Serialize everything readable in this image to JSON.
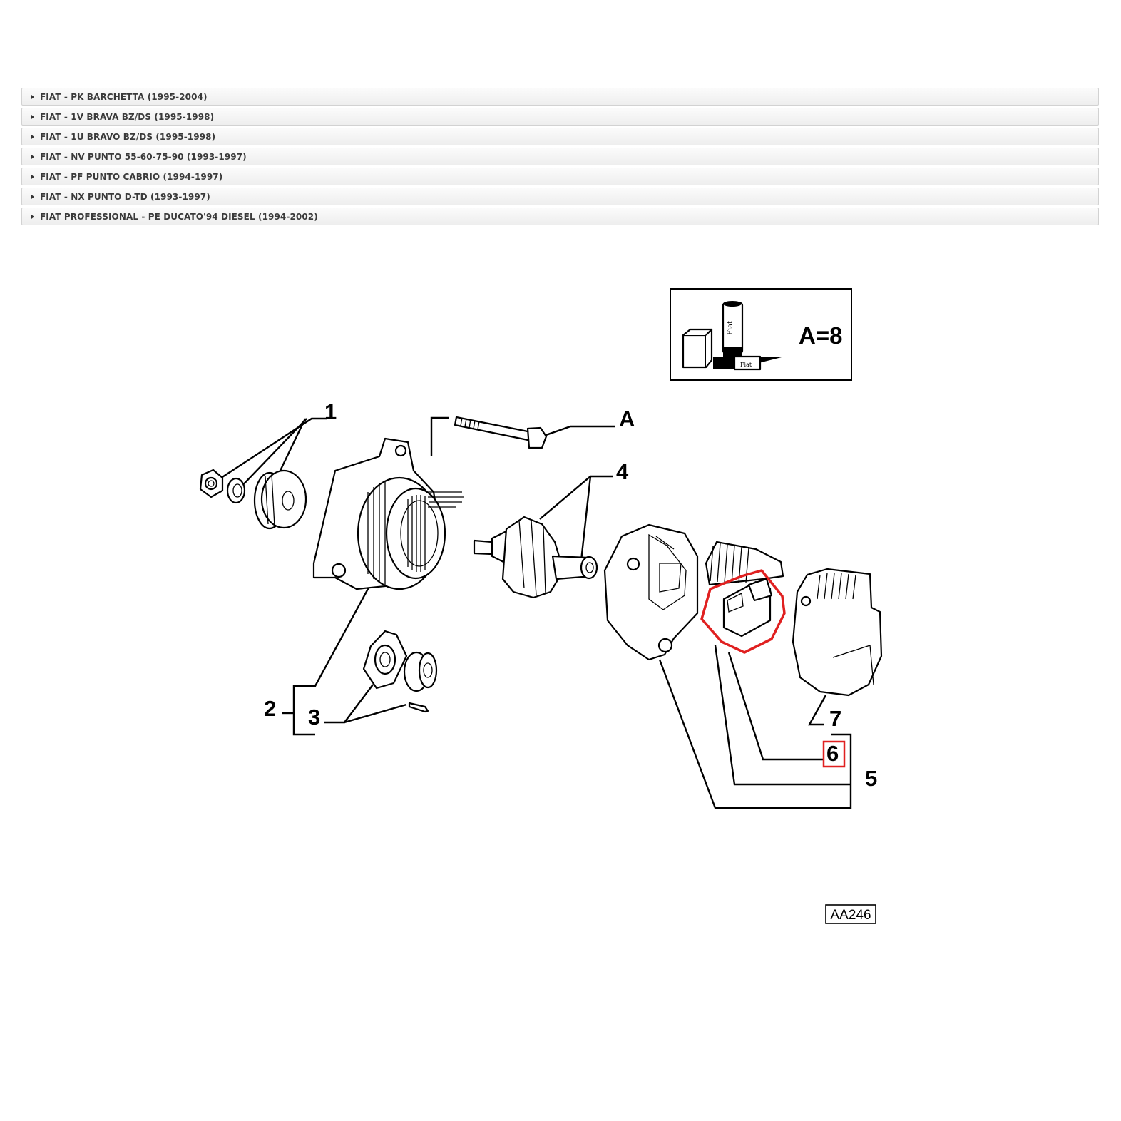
{
  "vehicle_list": {
    "items": [
      {
        "label": "FIAT - PK BARCHETTA (1995-2004)"
      },
      {
        "label": "FIAT - 1V BRAVA BZ/DS (1995-1998)"
      },
      {
        "label": "FIAT - 1U BRAVO BZ/DS (1995-1998)"
      },
      {
        "label": "FIAT - NV PUNTO 55-60-75-90 (1993-1997)"
      },
      {
        "label": "FIAT - PF PUNTO CABRIO (1994-1997)"
      },
      {
        "label": "FIAT - NX PUNTO D-TD (1993-1997)"
      },
      {
        "label": "FIAT PROFESSIONAL - PE DUCATO'94 DIESEL (1994-2002)"
      }
    ]
  },
  "diagram": {
    "torque_box": {
      "label": "A=8",
      "tube_text": "Fiat",
      "block_text": "Fiat"
    },
    "callouts": {
      "c1": "1",
      "c2": "2",
      "c3": "3",
      "c4": "4",
      "c5": "5",
      "c6": "6",
      "c7": "7",
      "cA": "A"
    },
    "highlighted_part": "6",
    "highlight_color": "#e02020",
    "reference_code": "AA246"
  }
}
